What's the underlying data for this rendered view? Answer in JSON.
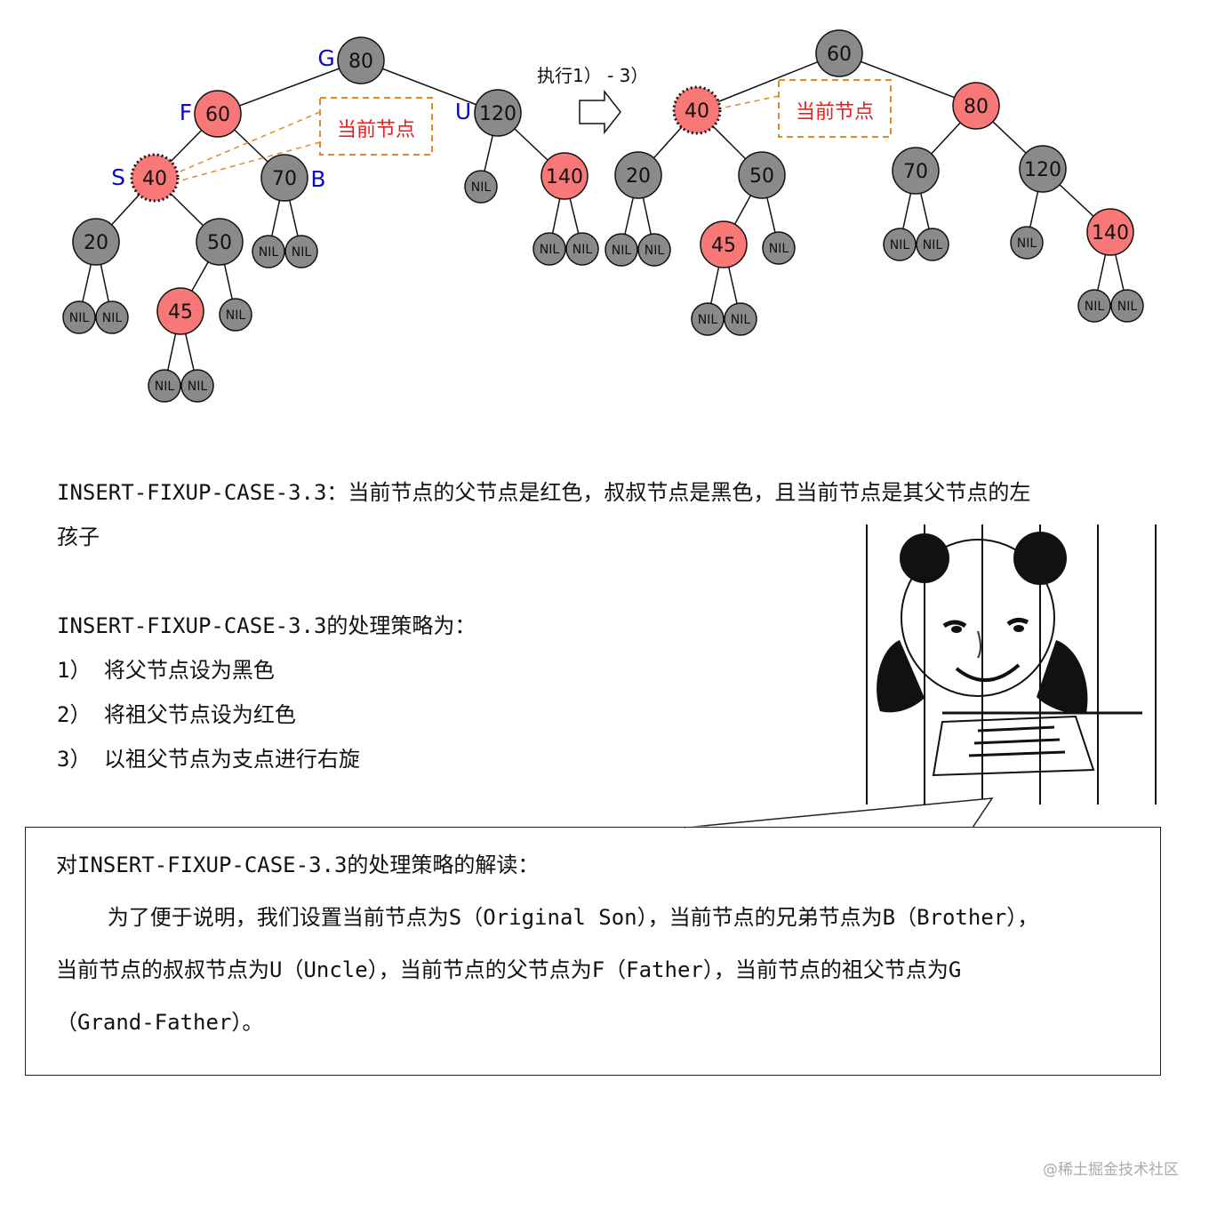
{
  "diagram": {
    "arrow_label": "执行1） - 3）",
    "current_node_label": "当前节点",
    "colors": {
      "red_node": "#f87878",
      "black_node": "#8a8a8a",
      "dotted_stroke": "#111111",
      "letter": "#0a0ac8",
      "dashed": "#e08a2a"
    },
    "left_tree": {
      "nodes": [
        {
          "key": "g",
          "label": "80",
          "color": "black"
        },
        {
          "key": "f",
          "label": "60",
          "color": "red"
        },
        {
          "key": "u",
          "label": "120",
          "color": "black"
        },
        {
          "key": "s",
          "label": "40",
          "color": "red",
          "current": true
        },
        {
          "key": "b",
          "label": "70",
          "color": "black"
        },
        {
          "key": "n20",
          "label": "20",
          "color": "black"
        },
        {
          "key": "n50",
          "label": "50",
          "color": "black"
        },
        {
          "key": "n45",
          "label": "45",
          "color": "red"
        },
        {
          "key": "n140",
          "label": "140",
          "color": "red"
        },
        {
          "key": "nil_u",
          "label": "NIL",
          "color": "black",
          "nil": true
        },
        {
          "key": "nil_b1",
          "label": "NIL",
          "color": "black",
          "nil": true
        },
        {
          "key": "nil_b2",
          "label": "NIL",
          "color": "black",
          "nil": true
        },
        {
          "key": "nil_140a",
          "label": "NIL",
          "color": "black",
          "nil": true
        },
        {
          "key": "nil_140b",
          "label": "NIL",
          "color": "black",
          "nil": true
        },
        {
          "key": "nil_20a",
          "label": "NIL",
          "color": "black",
          "nil": true
        },
        {
          "key": "nil_20b",
          "label": "NIL",
          "color": "black",
          "nil": true
        },
        {
          "key": "nil_50",
          "label": "NIL",
          "color": "black",
          "nil": true
        },
        {
          "key": "nil_45a",
          "label": "NIL",
          "color": "black",
          "nil": true
        },
        {
          "key": "nil_45b",
          "label": "NIL",
          "color": "black",
          "nil": true
        }
      ],
      "edges": [
        [
          "g",
          "f"
        ],
        [
          "g",
          "u"
        ],
        [
          "f",
          "s"
        ],
        [
          "f",
          "b"
        ],
        [
          "s",
          "n20"
        ],
        [
          "s",
          "n50"
        ],
        [
          "n50",
          "n45"
        ],
        [
          "n50",
          "nil_50"
        ],
        [
          "u",
          "nil_u"
        ],
        [
          "u",
          "n140"
        ],
        [
          "n140",
          "nil_140a"
        ],
        [
          "n140",
          "nil_140b"
        ],
        [
          "b",
          "nil_b1"
        ],
        [
          "b",
          "nil_b2"
        ],
        [
          "n20",
          "nil_20a"
        ],
        [
          "n20",
          "nil_20b"
        ],
        [
          "n45",
          "nil_45a"
        ],
        [
          "n45",
          "nil_45b"
        ]
      ],
      "letters": [
        {
          "key": "g",
          "text": "G"
        },
        {
          "key": "f",
          "text": "F"
        },
        {
          "key": "s",
          "text": "S"
        },
        {
          "key": "b",
          "text": "B"
        },
        {
          "key": "u",
          "text": "U"
        }
      ]
    },
    "right_tree": {
      "nodes": [
        {
          "key": "r60",
          "label": "60",
          "color": "black"
        },
        {
          "key": "r40",
          "label": "40",
          "color": "red",
          "current": true
        },
        {
          "key": "r80",
          "label": "80",
          "color": "red"
        },
        {
          "key": "r20",
          "label": "20",
          "color": "black"
        },
        {
          "key": "r50",
          "label": "50",
          "color": "black"
        },
        {
          "key": "r45",
          "label": "45",
          "color": "red"
        },
        {
          "key": "r70",
          "label": "70",
          "color": "black"
        },
        {
          "key": "r120",
          "label": "120",
          "color": "black"
        },
        {
          "key": "r140",
          "label": "140",
          "color": "red"
        },
        {
          "key": "rnil_20a",
          "label": "NIL",
          "color": "black",
          "nil": true
        },
        {
          "key": "rnil_20b",
          "label": "NIL",
          "color": "black",
          "nil": true
        },
        {
          "key": "rnil_50",
          "label": "NIL",
          "color": "black",
          "nil": true
        },
        {
          "key": "rnil_45a",
          "label": "NIL",
          "color": "black",
          "nil": true
        },
        {
          "key": "rnil_45b",
          "label": "NIL",
          "color": "black",
          "nil": true
        },
        {
          "key": "rnil_70a",
          "label": "NIL",
          "color": "black",
          "nil": true
        },
        {
          "key": "rnil_70b",
          "label": "NIL",
          "color": "black",
          "nil": true
        },
        {
          "key": "rnil_120",
          "label": "NIL",
          "color": "black",
          "nil": true
        },
        {
          "key": "rnil_140a",
          "label": "NIL",
          "color": "black",
          "nil": true
        },
        {
          "key": "rnil_140b",
          "label": "NIL",
          "color": "black",
          "nil": true
        }
      ],
      "edges": [
        [
          "r60",
          "r40"
        ],
        [
          "r60",
          "r80"
        ],
        [
          "r40",
          "r20"
        ],
        [
          "r40",
          "r50"
        ],
        [
          "r50",
          "r45"
        ],
        [
          "r50",
          "rnil_50"
        ],
        [
          "r80",
          "r70"
        ],
        [
          "r80",
          "r120"
        ],
        [
          "r120",
          "rnil_120"
        ],
        [
          "r120",
          "r140"
        ],
        [
          "r20",
          "rnil_20a"
        ],
        [
          "r20",
          "rnil_20b"
        ],
        [
          "r45",
          "rnil_45a"
        ],
        [
          "r45",
          "rnil_45b"
        ],
        [
          "r70",
          "rnil_70a"
        ],
        [
          "r70",
          "rnil_70b"
        ],
        [
          "r140",
          "rnil_140a"
        ],
        [
          "r140",
          "rnil_140b"
        ]
      ]
    }
  },
  "text": {
    "case_line1": "INSERT-FIXUP-CASE-3.3：当前节点的父节点是红色，叔叔节点是黑色，且当前节点是其父节点的左",
    "case_line2": "孩子",
    "strategy_title": "INSERT-FIXUP-CASE-3.3的处理策略为：",
    "step1": "1） 将父节点设为黑色",
    "step2": "2） 将祖父节点设为红色",
    "step3": "3） 以祖父节点为支点进行右旋",
    "box_title": "对INSERT-FIXUP-CASE-3.3的处理策略的解读：",
    "box_line1": "    为了便于说明，我们设置当前节点为S（Original Son），当前节点的兄弟节点为B（Brother），",
    "box_line2": "当前节点的叔叔节点为U（Uncle），当前节点的父节点为F（Father），当前节点的祖父节点为G",
    "box_line3": "（Grand-Father）。",
    "watermark": "@稀土掘金技术社区"
  }
}
